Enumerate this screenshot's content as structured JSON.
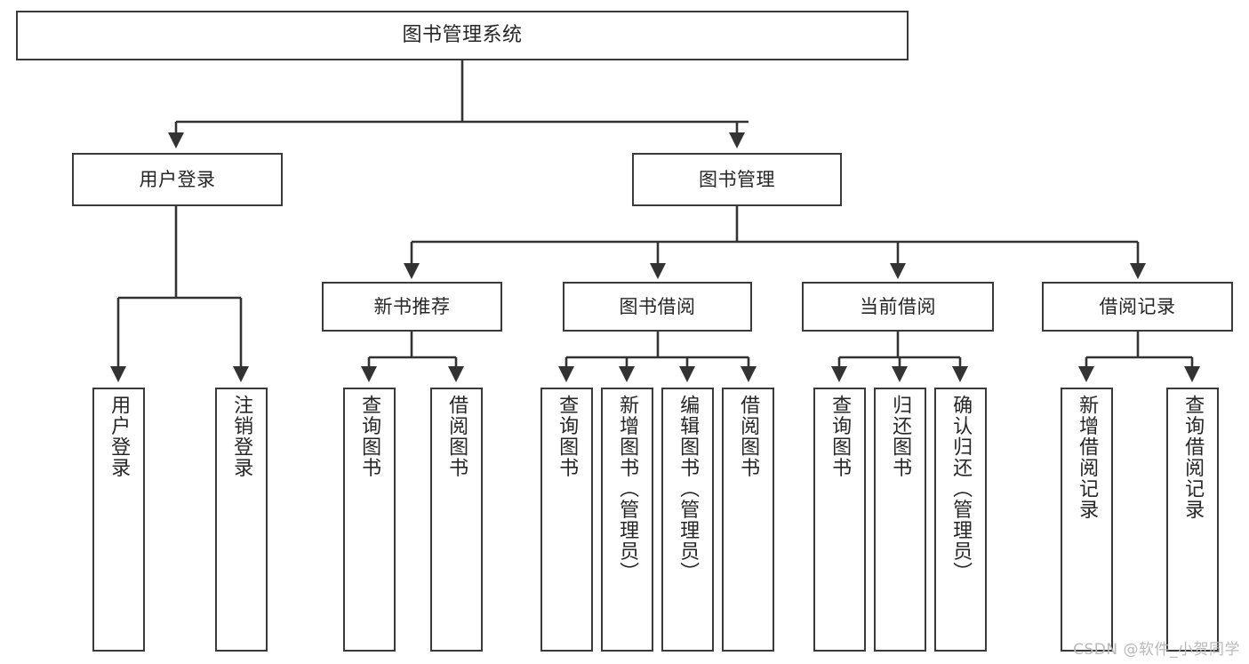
{
  "diagram": {
    "type": "tree-hierarchy",
    "title": "图书管理系统",
    "watermark": "CSDN @软件_小贺同学",
    "colors": {
      "box_border": "#3a3a3a",
      "box_fill": "#ffffff",
      "connector": "#333333",
      "text": "#262626",
      "watermark": "#b9b9b9"
    },
    "nodes": {
      "root": {
        "label": "图书管理系统"
      },
      "level2": [
        {
          "label": "用户登录"
        },
        {
          "label": "图书管理"
        }
      ],
      "level3": [
        {
          "label": "新书推荐"
        },
        {
          "label": "图书借阅"
        },
        {
          "label": "当前借阅"
        },
        {
          "label": "借阅记录"
        }
      ],
      "leaves": {
        "user_login": [
          {
            "label": "用户登录"
          },
          {
            "label": "注销登录"
          }
        ],
        "new_book": [
          {
            "label": "查询图书"
          },
          {
            "label": "借阅图书"
          }
        ],
        "book_borrow": [
          {
            "label": "查询图书"
          },
          {
            "label": "新增图书（管理员）"
          },
          {
            "label": "编辑图书（管理员）"
          },
          {
            "label": "借阅图书"
          }
        ],
        "current_borrow": [
          {
            "label": "查询图书"
          },
          {
            "label": "归还图书"
          },
          {
            "label": "确认归还（管理员）"
          }
        ],
        "borrow_record": [
          {
            "label": "新增借阅记录"
          },
          {
            "label": "查询借阅记录"
          }
        ]
      }
    }
  }
}
